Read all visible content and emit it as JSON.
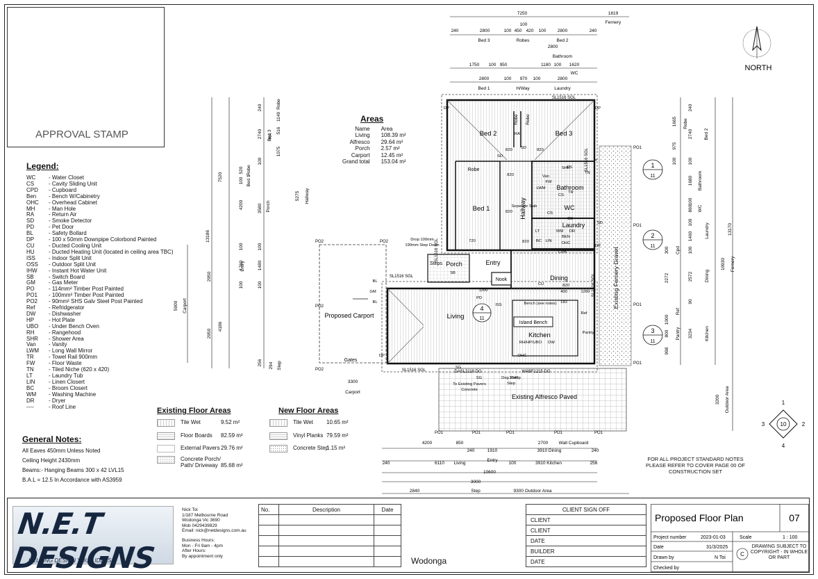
{
  "approval_stamp": "APPROVAL STAMP",
  "north_label": "NORTH",
  "legend": {
    "title": "Legend:",
    "items": [
      {
        "code": "WC",
        "desc": "- Water Closet"
      },
      {
        "code": "CS",
        "desc": "- Cavity Sliding Unit"
      },
      {
        "code": "CPD",
        "desc": "- Cupboard"
      },
      {
        "code": "Ben",
        "desc": "- Bench W/Cabinetry"
      },
      {
        "code": "OHC",
        "desc": "- Overhead Cabinet"
      },
      {
        "code": "MH",
        "desc": "- Man Hole"
      },
      {
        "code": "RA",
        "desc": "- Return Air"
      },
      {
        "code": "SD",
        "desc": "- Smoke Detector"
      },
      {
        "code": "PD",
        "desc": "- Pet Door"
      },
      {
        "code": "BL",
        "desc": "- Safety Bollard"
      },
      {
        "code": "DP",
        "desc": "- 100 x 50mm Downpipe Colorbond Painted"
      },
      {
        "code": "CU",
        "desc": "- Ducted Cooling Unit"
      },
      {
        "code": "HU",
        "desc": "- Ducted Heating Unit (located in ceiling area TBC)"
      },
      {
        "code": "ISS",
        "desc": "- Indoor Split Unit"
      },
      {
        "code": "OSS",
        "desc": "- Outdoor Split Unit"
      },
      {
        "code": "IHW",
        "desc": "- Instant Hot Water Unit"
      },
      {
        "code": "SB",
        "desc": "- Switch Board"
      },
      {
        "code": "GM",
        "desc": "- Gas Meter"
      },
      {
        "code": "PO",
        "desc": "- 114mm² Timber Post Painted"
      },
      {
        "code": "PO1",
        "desc": "- 100mm² Timber Post Painted"
      },
      {
        "code": "PO2",
        "desc": "- 90mm² SHS Galv Steel Post Painted"
      },
      {
        "code": "Ref",
        "desc": "- Refridgerator"
      },
      {
        "code": "DW",
        "desc": "- Dishwasher"
      },
      {
        "code": "HP",
        "desc": "- Hot Plate"
      },
      {
        "code": "UBO",
        "desc": "- Under Bench Oven"
      },
      {
        "code": "RH",
        "desc": "- Rangehood"
      },
      {
        "code": "SHR",
        "desc": "- Shower Area"
      },
      {
        "code": "Van",
        "desc": "- Vanity"
      },
      {
        "code": "LWM",
        "desc": "- Long Wall Mirror"
      },
      {
        "code": "TR",
        "desc": "- Towel Rail 900mm"
      },
      {
        "code": "FW",
        "desc": "- Floor Waste"
      },
      {
        "code": "TN",
        "desc": "- Tiled Niche (620 x 420)"
      },
      {
        "code": "LT",
        "desc": "- Laundry Tub"
      },
      {
        "code": "LIN",
        "desc": "- Linen Closert"
      },
      {
        "code": "BC",
        "desc": "- Broom Closert"
      },
      {
        "code": "WM",
        "desc": "- Washing Machine"
      },
      {
        "code": "DR",
        "desc": "- Dryer"
      },
      {
        "code": "----",
        "desc": "- Roof Line"
      }
    ]
  },
  "general_notes": {
    "title": "General Notes:",
    "lines": [
      "All Eaves 450mm Unless Noted",
      "Ceiling Height 2430mm",
      "Beams:- Hanging Beams 300 x 42 LVL15",
      "B.A.L = 12.5 In Accordance with AS3959"
    ]
  },
  "areas": {
    "title": "Areas",
    "header": [
      "Name",
      "Area"
    ],
    "rows": [
      [
        "Living",
        "108.39 m²"
      ],
      [
        "Alfresco",
        "29.64 m²"
      ],
      [
        "Porch",
        "2.57 m²"
      ],
      [
        "Carport",
        "12.45 m²"
      ],
      [
        "Grand total",
        "153.04 m²"
      ]
    ]
  },
  "existing_floor_areas": {
    "title": "Existing Floor Areas",
    "rows": [
      [
        "Tile Wet",
        "9.52 m²"
      ],
      [
        "Floor Boards",
        "82.59 m²"
      ],
      [
        "External Pavers",
        "29.76 m²"
      ],
      [
        "Concrete Porch/ Path/ Driveway",
        "85.68 m²"
      ]
    ]
  },
  "new_floor_areas": {
    "title": "New Floor Areas",
    "rows": [
      [
        "Tile Wet",
        "10.65 m²"
      ],
      [
        "Vinyl Planks",
        "79.59 m²"
      ],
      [
        "Concrete Step",
        "1.15 m²"
      ]
    ]
  },
  "standard_note": "FOR ALL PROJECT STANDARD NOTES PLEASE REFER TO COVER PAGE 00 OF CONSTRUCTION SET",
  "plan": {
    "rooms": [
      "Bed 2",
      "Bed 3",
      "Bed 1",
      "Bathroom",
      "WC",
      "Laundry",
      "Hallway",
      "Entry",
      "Porch",
      "Dining",
      "Living",
      "Kitchen",
      "Proposed Carport",
      "Existing Alfresco Paved",
      "Existing Fernery Gravel",
      "Nook",
      "Island Bench",
      "Robe",
      "Robe",
      "Robe",
      "Steps",
      "Gates"
    ],
    "top_dims": {
      "overall": [
        "7250",
        "1819",
        "Fernery"
      ],
      "row1": [
        "240",
        "2800",
        "100",
        "450",
        "420",
        "100",
        "2800",
        "240"
      ],
      "row1_small": [
        "100"
      ],
      "row1_labels": [
        "Bed 3",
        "Robes",
        "Bed 2"
      ],
      "row2": [
        "2800",
        "Bathroom"
      ],
      "row3": [
        "1750",
        "100",
        "950",
        "1180",
        "100",
        "1620",
        "WC"
      ],
      "row4": [
        "2800",
        "100",
        "970",
        "100",
        "2800"
      ],
      "row4_labels": [
        "Bed 1",
        "H/Way",
        "Laundry"
      ]
    },
    "bottom_dims": {
      "r1": [
        "4200",
        "850",
        "2700",
        "Wall Cupboard"
      ],
      "r2": [
        "240",
        "1910",
        "3910 Dining",
        "240"
      ],
      "r2_labels": [
        "Entry"
      ],
      "r3": [
        "240",
        "6110",
        "Living",
        "100",
        "3910 Kitchen",
        "256"
      ],
      "r4": [
        "10600"
      ],
      "r5": [
        "3000"
      ],
      "r6": [
        "2840",
        "Step",
        "9300 Outdoor Area"
      ],
      "carport": [
        "3300",
        "Carport"
      ]
    },
    "left_dims": {
      "a": [
        "240",
        "2740",
        "100",
        "3580",
        "100",
        "1480",
        "100",
        "256",
        "294"
      ],
      "b": [
        "1149",
        "516",
        "1075",
        "520",
        "100",
        "4200",
        "100",
        "1760",
        "100"
      ],
      "b_labels": [
        "Robe",
        "RA",
        "Bed 3",
        "Robe",
        "Bed 1",
        "Porch",
        "Entry",
        "Step"
      ],
      "c": [
        "7520",
        "5275",
        "Hallway",
        "13186",
        "4186",
        "2950",
        "2950",
        "5900",
        "Carport"
      ]
    },
    "right_dims": {
      "a": [
        "240",
        "2740",
        "100",
        "1680",
        "100",
        "860",
        "100",
        "1460",
        "100",
        "2572",
        "90",
        "3234"
      ],
      "a_labels": [
        "Robe",
        "Bed 2",
        "Bathroom",
        "WC",
        "Laundry",
        "Dining",
        "Kitchen"
      ],
      "b": [
        "1665",
        "975",
        "100",
        "300",
        "2272",
        "1000",
        "800",
        "998",
        "Cpd",
        "Ref",
        "Pantry"
      ],
      "c": [
        "13170",
        "10930",
        "Fernery",
        "3200",
        "Outdoor Area"
      ]
    },
    "markers": [
      {
        "num": "1",
        "sheet": "11"
      },
      {
        "num": "2",
        "sheet": "11"
      },
      {
        "num": "3",
        "sheet": "11"
      },
      {
        "num": "4",
        "sheet": "11"
      }
    ],
    "elevation_key": {
      "center": "10",
      "n": [
        "1",
        "2",
        "3",
        "4"
      ]
    },
    "small_labels": {
      "windows": [
        "SL1516 SGL",
        "SL1516 SGL",
        "SL1516 SGL",
        "SL1516 SGL",
        "SL1516 SGL",
        "DASL2118 DG",
        "WABF1215 DG",
        "SL1516 SGL"
      ],
      "posts": [
        "PO2",
        "PO2",
        "PO2",
        "PO2",
        "PO1",
        "PO1",
        "PO1",
        "PO1",
        "PO1",
        "PO1",
        "PO1",
        "PO1",
        "PO1"
      ],
      "misc": [
        "DP",
        "DP",
        "DP",
        "DP",
        "BL",
        "BL",
        "GM",
        "SB",
        "RA",
        "SD",
        "SD",
        "SD",
        "CS",
        "CS",
        "CS",
        "CS",
        "SHR",
        "TN",
        "TR",
        "LWM",
        "Van",
        "FW",
        "CU",
        "CPB",
        "LT",
        "WM",
        "DR",
        "BC",
        "LIN",
        "BEN",
        "OHC",
        "Ref",
        "Pantry",
        "RH/HP/UBO",
        "DW",
        "OHC",
        "Bench (see notes)",
        "820",
        "820",
        "820",
        "820",
        "820",
        "820",
        "720",
        "Seperate Slab",
        "Drop 100mm",
        "190mm Step Down",
        "To Existing Pavers",
        "Concrete",
        "Dog Ramp",
        "Step",
        "SG",
        "SG",
        "1040",
        "1200",
        "400",
        "1200",
        "183",
        "ISS",
        "PD"
      ]
    }
  },
  "title_block": {
    "logo": "N.E.T DESIGNS",
    "tagline": "HELPING DESIGN YOUR IDEAS",
    "contact": [
      "Nick Toi",
      "1/187 Melbourne Road",
      "Wodonga Vic 3690",
      "Mob 0429439829",
      "Email: nick@netdesigns.com.au",
      "",
      "Business Hours:",
      "Mon - Fri 9am - 4pm",
      "After Hours:",
      "By appointment only"
    ],
    "rev_header": [
      "No.",
      "Description",
      "Date"
    ],
    "client_header": "CLIENT SIGN OFF",
    "client_rows": [
      "CLIENT",
      "CLIENT",
      "DATE",
      "BUILDER",
      "DATE"
    ],
    "location": "Wodonga",
    "drawing_title": "Proposed Floor Plan",
    "sheet": "07",
    "project_number_label": "Project number",
    "project_number": "2023-01-03",
    "scale_label": "Scale",
    "scale": "1 : 100",
    "date_label": "Date",
    "date": "31/3/2025",
    "drawn_label": "Drawn by",
    "drawn": "N Toi",
    "checked_label": "Checked by",
    "copyright": "DRAWING SUBJECT TO COPYRIGHT - IN WHOLE OR PART",
    "copyright_symbol": "C"
  }
}
